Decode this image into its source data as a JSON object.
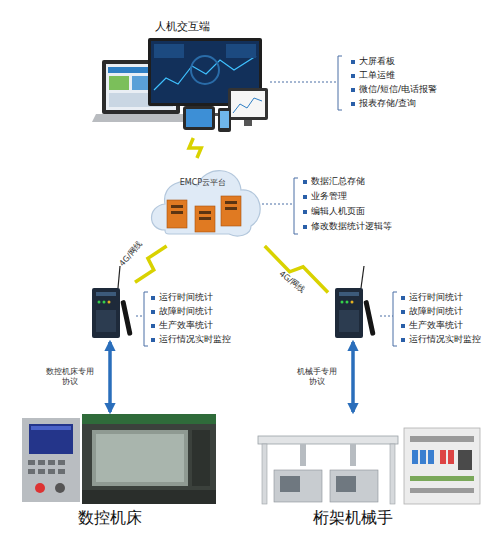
{
  "diagram": {
    "nodes": [
      {
        "text": [
          "人机交互端",
          "大屏看板",
          "工单运维",
          "微信/短信/电话报警",
          "报表存储/查询"
        ]
      },
      {
        "text": [
          "EMCP云平台",
          "数据汇总存储",
          "业务管理",
          "编辑人机页面",
          "修改数据统计逻辑等"
        ]
      },
      {
        "text": [
          "运行时间统计",
          "故障时间统计",
          "生产效率统计",
          "运行情况实时监控"
        ]
      },
      {
        "text": [
          "运行时间统计",
          "故障时间统计",
          "生产效率统计",
          "运行情况实时监控"
        ]
      },
      {
        "text": [
          "数控机床"
        ]
      },
      {
        "text": [
          "桁架机械手"
        ]
      }
    ],
    "edges": [
      {
        "from": 0,
        "to": 1,
        "arrow": "none"
      },
      {
        "from": 1,
        "to": 2,
        "label": "4G/网线",
        "arrow": "none"
      },
      {
        "from": 1,
        "to": 3,
        "label": "4G/网线",
        "arrow": "none"
      },
      {
        "from": 2,
        "to": 4,
        "label": "数控机床专用协议",
        "arrow": "both"
      },
      {
        "from": 3,
        "to": 5,
        "label": "机械手专用协议",
        "arrow": "both"
      }
    ]
  }
}
